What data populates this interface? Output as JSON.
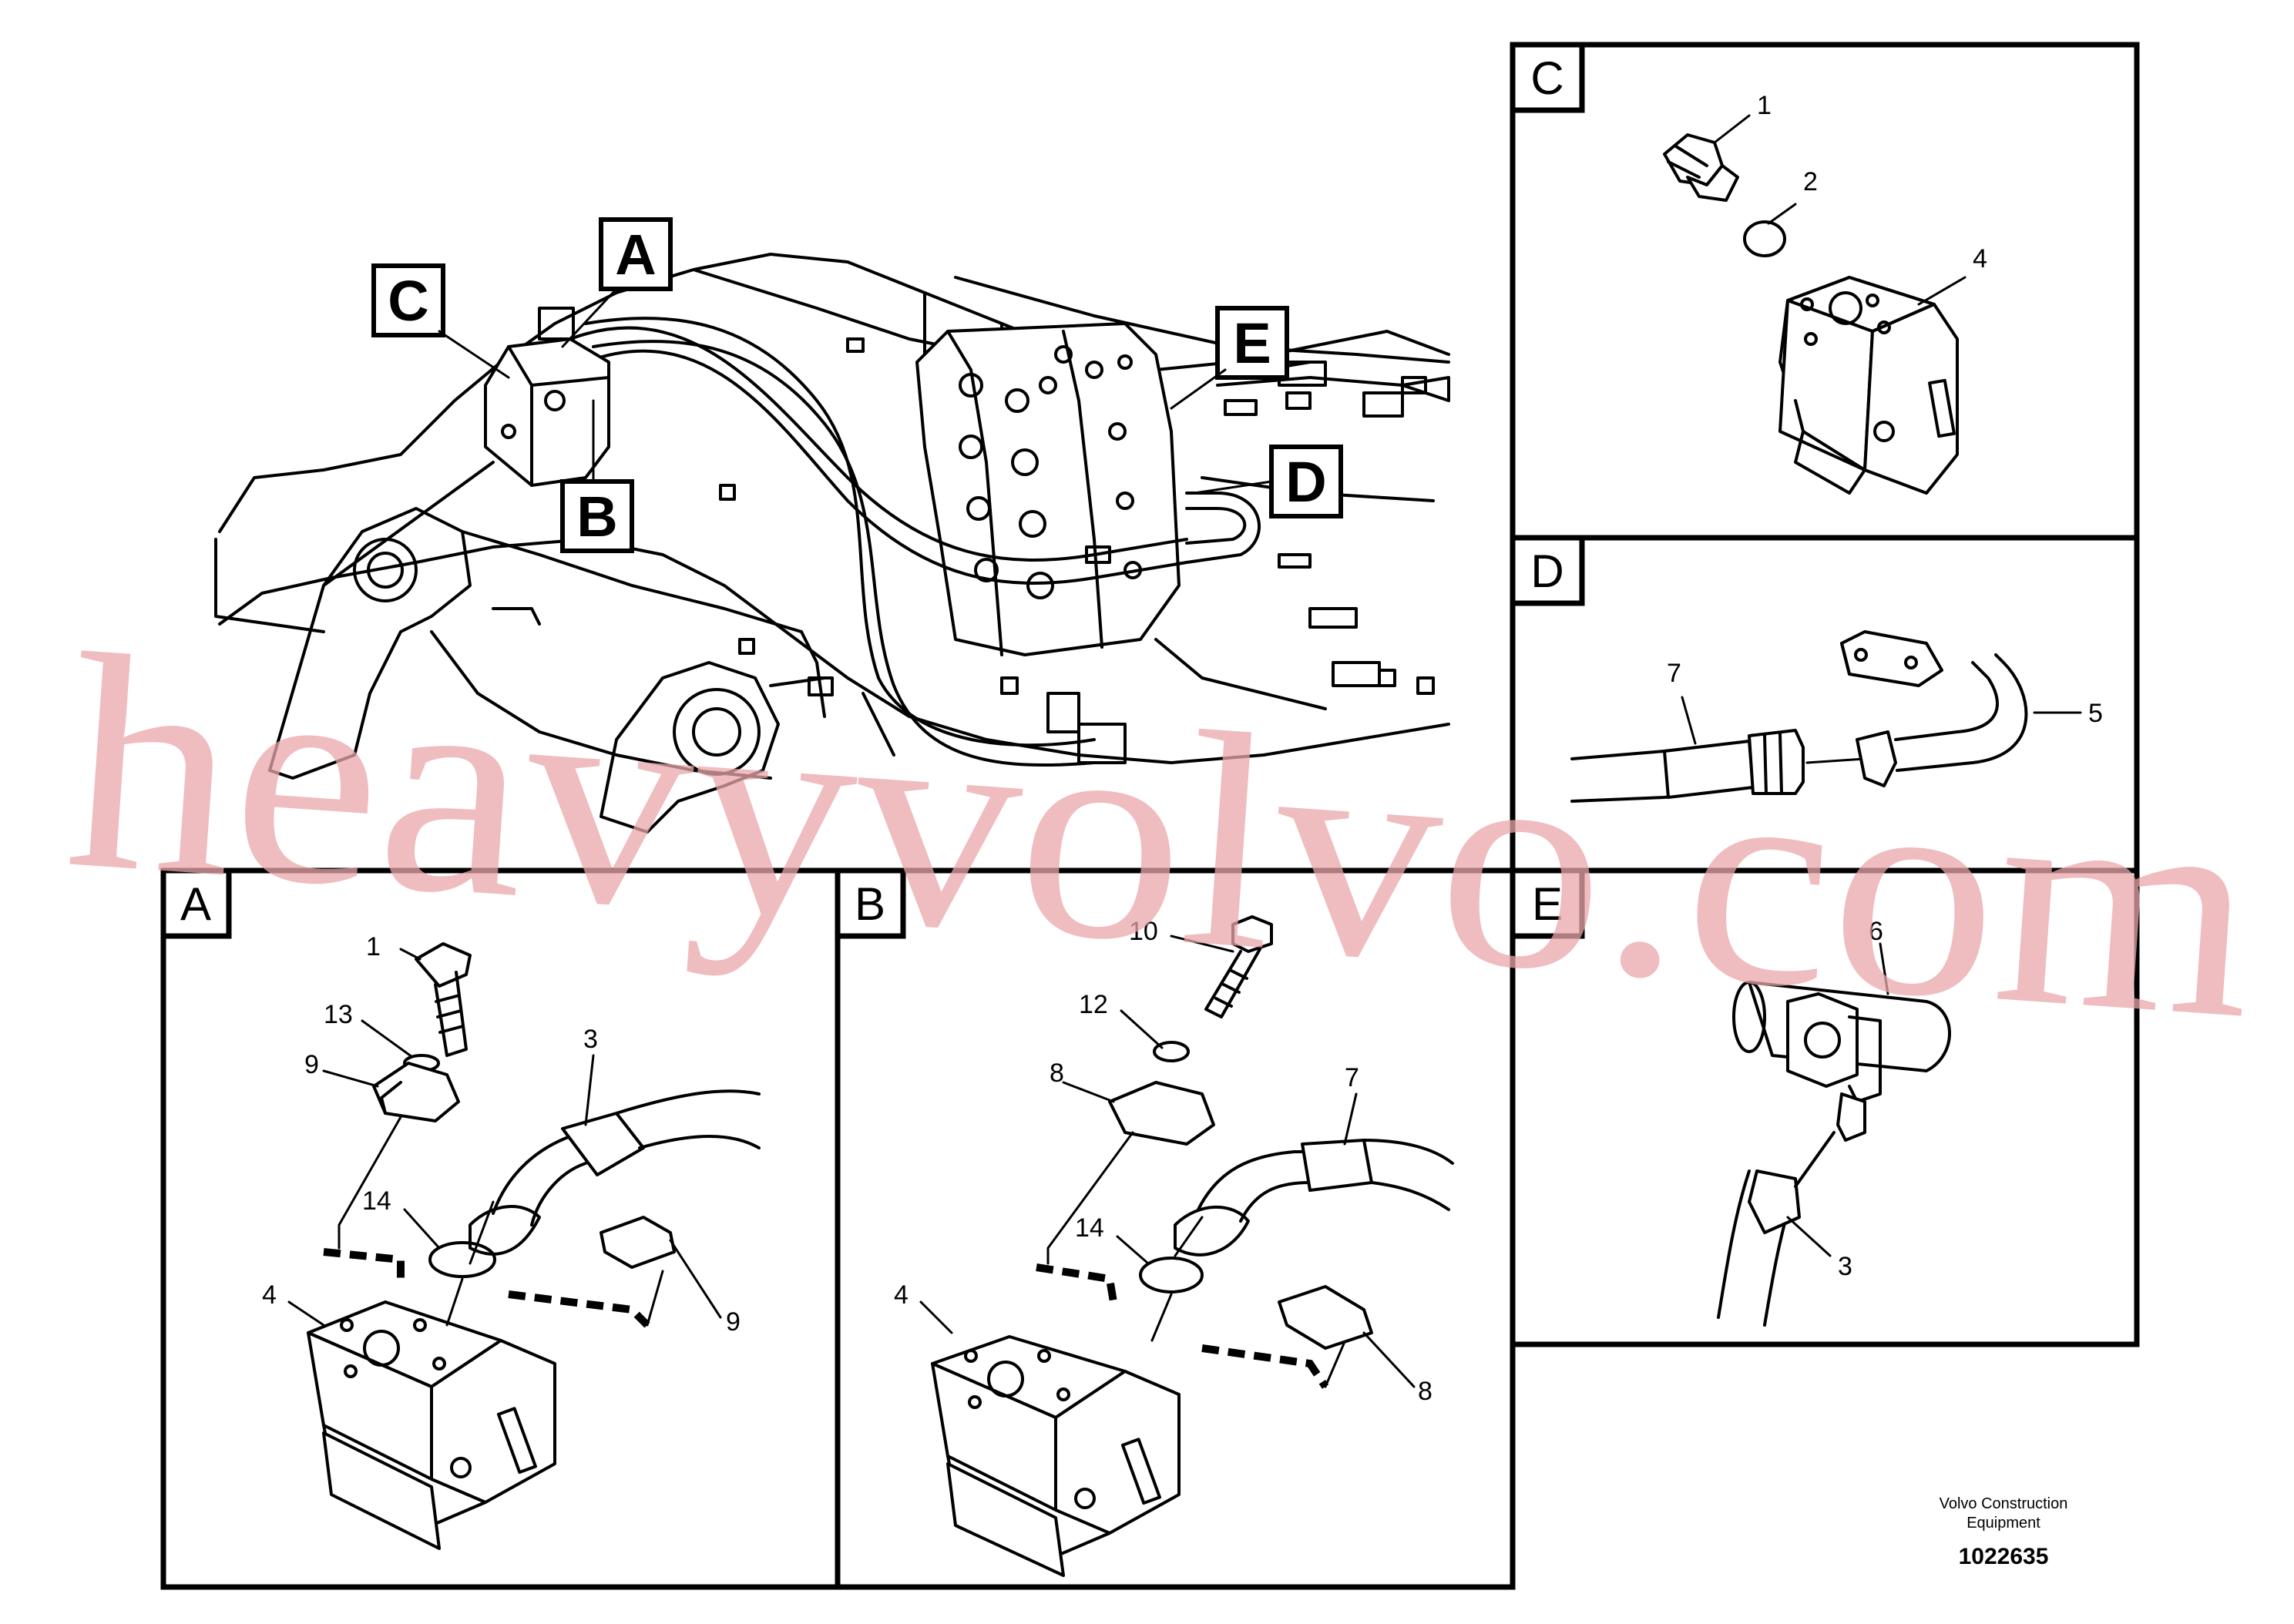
{
  "panels": {
    "A": "A",
    "B": "B",
    "C": "C",
    "D": "D",
    "E": "E"
  },
  "overview_callouts": {
    "A": "A",
    "B": "B",
    "C": "C",
    "D": "D",
    "E": "E"
  },
  "panel_A_parts": {
    "p1": "1",
    "p13": "13",
    "p9a": "9",
    "p3": "3",
    "p14": "14",
    "p4": "4",
    "p9b": "9"
  },
  "panel_B_parts": {
    "p10": "10",
    "p12": "12",
    "p8a": "8",
    "p7": "7",
    "p14": "14",
    "p4": "4",
    "p8b": "8"
  },
  "panel_C_parts": {
    "p1": "1",
    "p2": "2",
    "p4": "4"
  },
  "panel_D_parts": {
    "p7": "7",
    "p5": "5"
  },
  "panel_E_parts": {
    "p6": "6",
    "p3": "3"
  },
  "footer": {
    "company_line1": "Volvo Construction",
    "company_line2": "Equipment",
    "figure_number": "1022635"
  },
  "watermark": "heavyvolvo.com"
}
